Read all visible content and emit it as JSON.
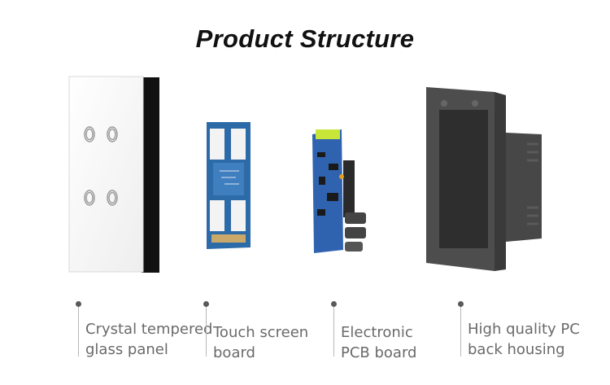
{
  "title": "Product Structure",
  "components": [
    {
      "line1": "Crystal tempered",
      "line2": "glass panel",
      "icon": "glass-panel"
    },
    {
      "line1": "Touch screen",
      "line2": "board",
      "icon": "touch-board"
    },
    {
      "line1": "Electronic",
      "line2": "PCB board",
      "icon": "pcb-board"
    },
    {
      "line1": "High quality PC",
      "line2": "back housing",
      "icon": "back-housing"
    }
  ],
  "colors": {
    "panel": "#f7f7f7",
    "panel_edge": "#111111",
    "touch_board": "#2d6aa8",
    "pcb": "#2f63b0",
    "housing": "#4a4a4a"
  }
}
